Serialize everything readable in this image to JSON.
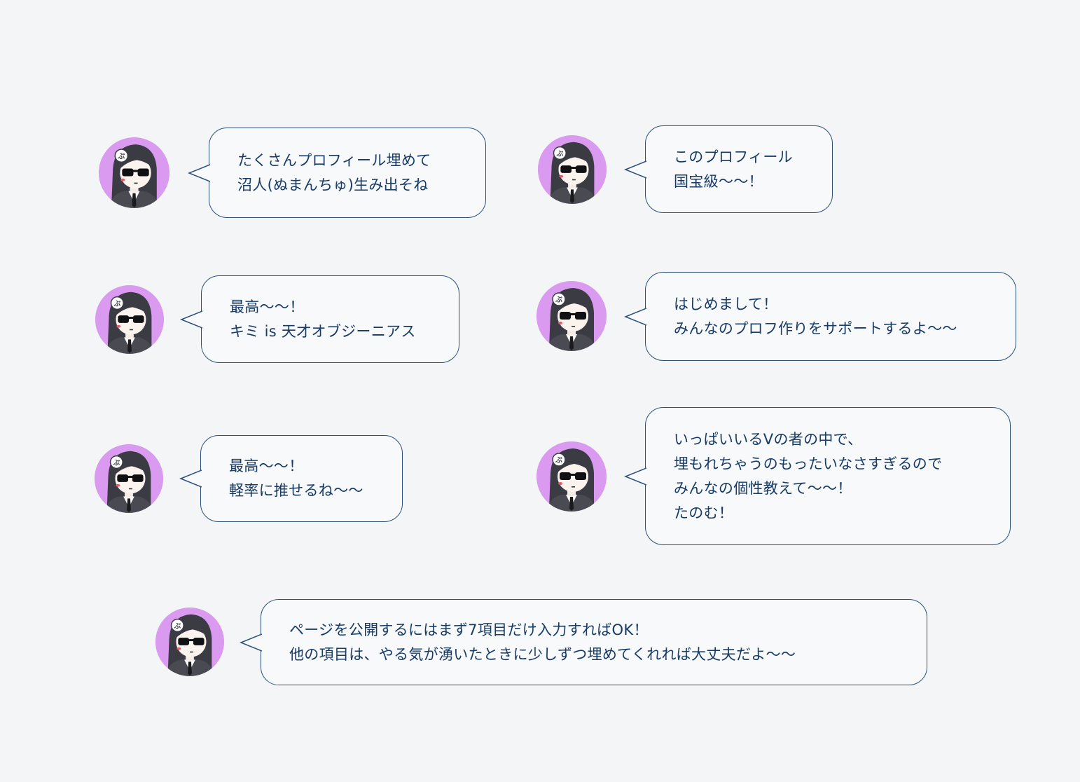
{
  "colors": {
    "background": "#f3f5f7",
    "bubble_fill": "#f8f9fb",
    "bubble_border": "#2b4f7a",
    "text": "#173b66",
    "avatar_ring": "#d99af0"
  },
  "avatar": {
    "description_icon": "girl-with-sunglasses-avatar-icon",
    "badge_char": "ぶ"
  },
  "messages": [
    {
      "lines": [
        "たくさんプロフィール埋めて",
        "沼人(ぬまんちゅ)生み出そね"
      ]
    },
    {
      "lines": [
        "このプロフィール",
        "国宝級〜〜！"
      ]
    },
    {
      "lines": [
        "最高〜〜！",
        "キミ is 天才オブジーニアス"
      ]
    },
    {
      "lines": [
        "はじめまして！",
        "みんなのプロフ作りをサポートするよ〜〜"
      ]
    },
    {
      "lines": [
        "最高〜〜！",
        "軽率に推せるね〜〜"
      ]
    },
    {
      "lines": [
        "いっぱいいるVの者の中で、",
        "埋もれちゃうのもったいなさすぎるので",
        "みんなの個性教えて〜〜！",
        "たのむ！"
      ]
    },
    {
      "lines": [
        "ページを公開するにはまず7項目だけ入力すればOK！",
        "他の項目は、やる気が湧いたときに少しずつ埋めてくれれば大丈夫だよ〜〜"
      ]
    }
  ]
}
